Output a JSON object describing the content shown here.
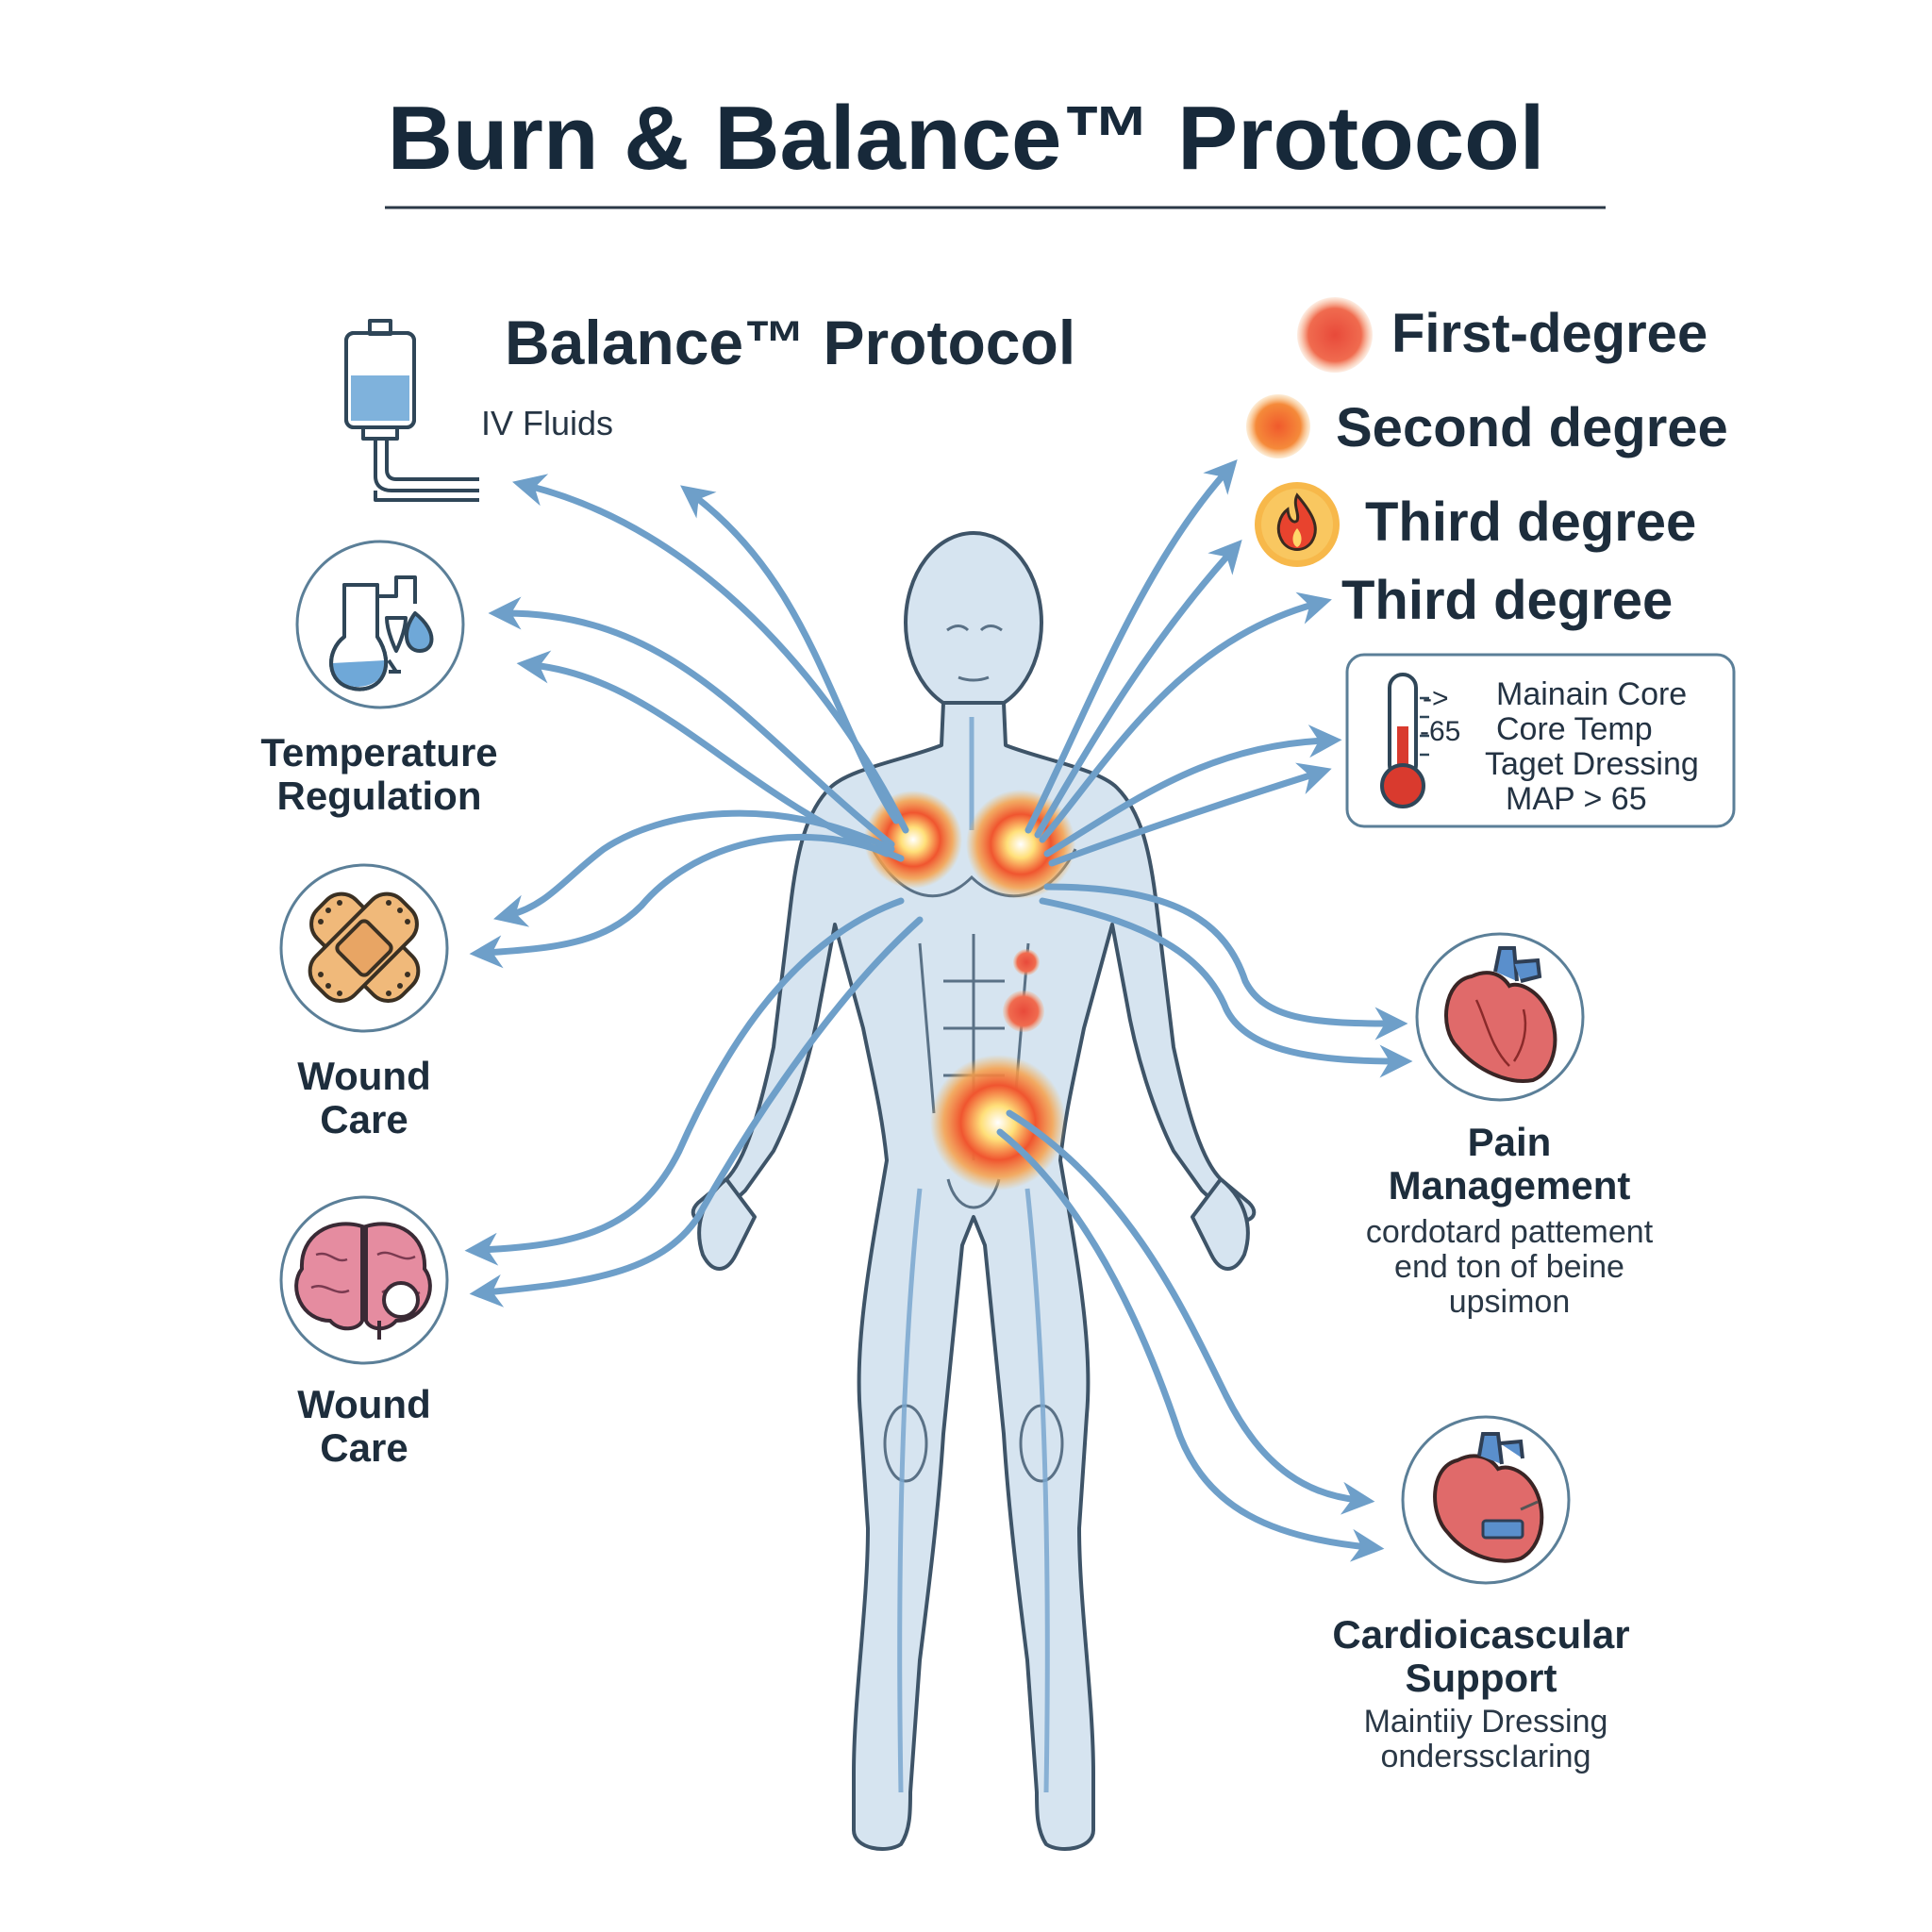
{
  "title": "Burn & Balance™ Protocol",
  "protocol_heading": "Balance™ Protocol",
  "left_items": [
    {
      "label": "IV Fluids",
      "icon": "iv-bag-icon"
    },
    {
      "label_lines": [
        "Temperature",
        "Regulation"
      ],
      "icon": "fluid-flask-icon"
    },
    {
      "label_lines": [
        "Wound",
        "Care"
      ],
      "icon": "bandage-icon"
    },
    {
      "label_lines": [
        "Wound",
        "Care"
      ],
      "icon": "brain-icon"
    }
  ],
  "legend": [
    {
      "label": "First-degree",
      "color": "#ef6a55"
    },
    {
      "label": "Second degree",
      "color": "#f27a3a"
    },
    {
      "label": "Third degree",
      "color": "#f5b23a",
      "icon": "flame-icon"
    },
    {
      "label": "Third degree"
    }
  ],
  "temp_box": {
    "icon": "thermometer-icon",
    "scale_marks": [
      "->",
      "-65"
    ],
    "lines": [
      "Mainain Core",
      "Core Temp",
      "Taget Dressing",
      "MAP > 65"
    ]
  },
  "pain": {
    "icon": "heart-icon",
    "title_lines": [
      "Pain",
      "Management"
    ],
    "sub_lines": [
      "cordotard pattement",
      "end ton of beine",
      "upsimon"
    ]
  },
  "cardio": {
    "icon": "heart-monitor-icon",
    "title_lines": [
      "Cardioicascular",
      "Support"
    ],
    "sub_lines": [
      "Maintiiy Dressing",
      "ondersscIaring"
    ]
  },
  "colors": {
    "arrow": "#6e9fc9",
    "body_fill": "#d6e4f0",
    "body_stroke": "#3e5468",
    "burn_outer": "#f7b24a",
    "burn_inner": "#e8432e"
  }
}
